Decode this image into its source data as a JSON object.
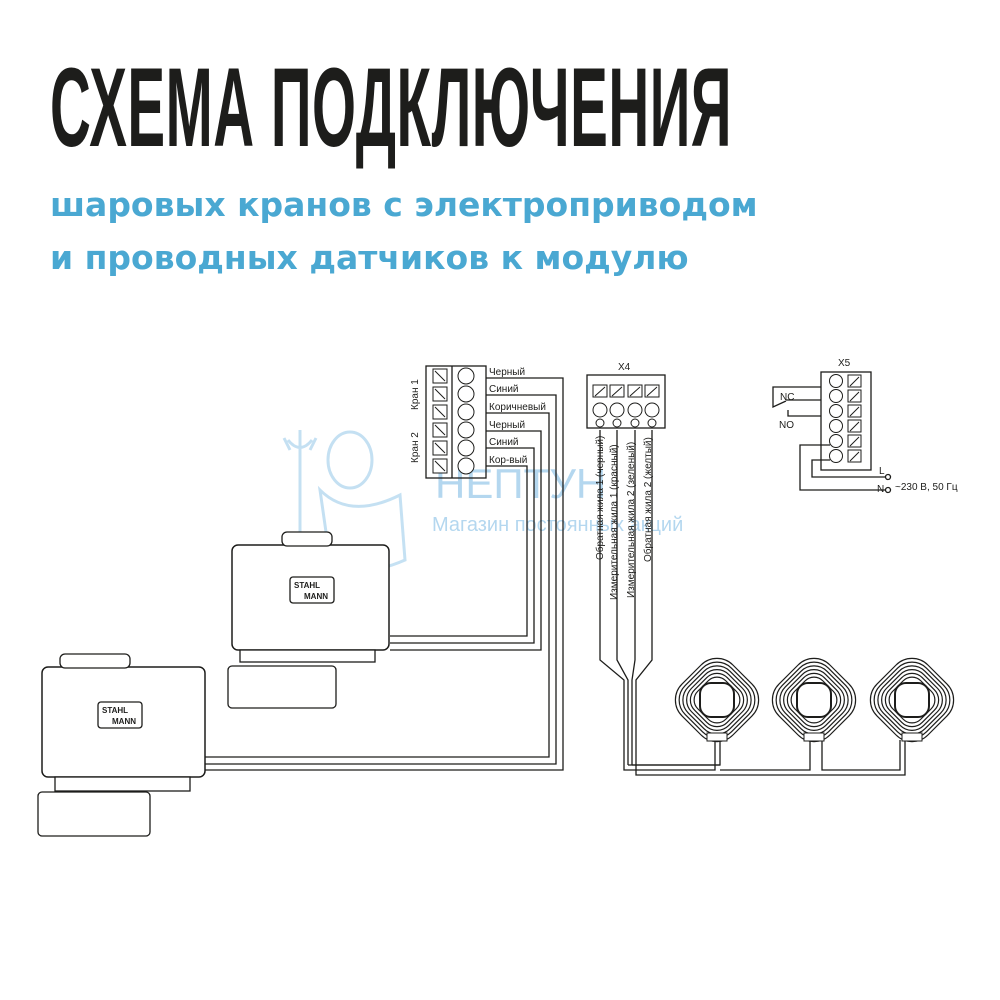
{
  "title": "СХЕМА ПОДКЛЮЧЕНИЯ",
  "subtitle_line1": "шаровых кранов с электроприводом",
  "subtitle_line2": "и проводных датчиков к модулю",
  "watermark": {
    "brand": "НЕПТУН",
    "slogan": "Магазин постоянных акций"
  },
  "valve_brand": {
    "line1": "STAHL",
    "line2": "MANN"
  },
  "terminal_valves": {
    "group_labels": [
      "Кран 1",
      "Кран 2"
    ],
    "wires": [
      "Черный",
      "Синий",
      "Коричневый",
      "Черный",
      "Синий",
      "Кор-вый"
    ]
  },
  "x4": {
    "label": "X4",
    "wires": [
      "Обратная жила 1 (черный)",
      "Измерительная жила 1 (красный)",
      "Измерительная жила 2 (зеленый)",
      "Обратная жила 2 (желтый)"
    ]
  },
  "x5": {
    "label": "X5",
    "nc": "NC",
    "no": "NO",
    "l": "L",
    "n": "N",
    "power": "~230 В, 50 Гц"
  },
  "colors": {
    "title": "#1d1d1b",
    "subtitle": "#4aa8d2",
    "watermark": "#5aa8dc"
  }
}
